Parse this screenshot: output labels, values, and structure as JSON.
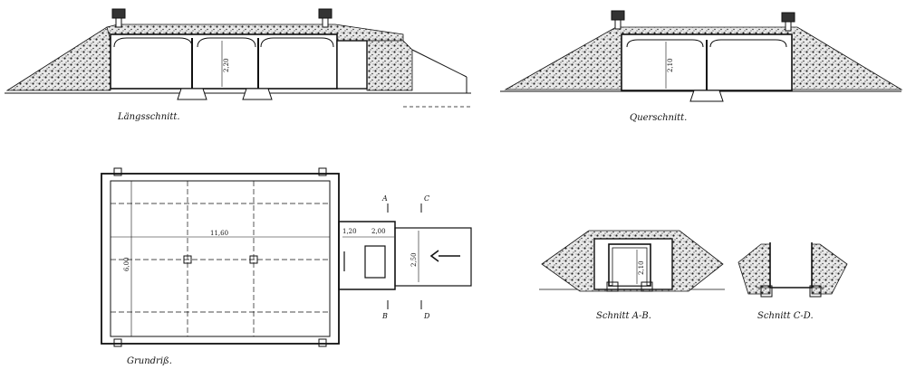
{
  "sheet": {
    "views": {
      "long_section": {
        "caption": "Längsschnitt.",
        "height": "2,20"
      },
      "cross_section": {
        "caption": "Querschnitt.",
        "height": "2,10"
      },
      "plan": {
        "caption": "Grundriß.",
        "length": "11,60",
        "width": "6,00",
        "passage_width": "1,20",
        "passage_length": "2,00",
        "entrance_width": "2,50",
        "cut_mark_a": "A",
        "cut_mark_b": "B",
        "cut_mark_c": "C",
        "cut_mark_d": "D"
      },
      "section_ab": {
        "caption": "Schnitt A-B.",
        "height": "2,10"
      },
      "section_cd": {
        "caption": "Schnitt C-D."
      }
    }
  }
}
